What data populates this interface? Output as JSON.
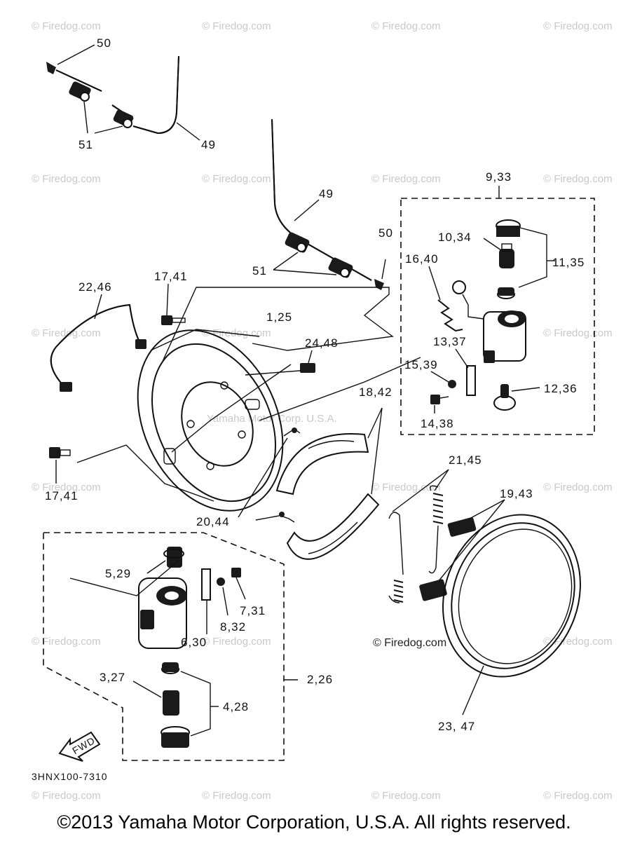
{
  "parts": {
    "p50_top": "50",
    "p51_top": "51",
    "p49_top": "49",
    "p49_mid": "49",
    "p50_mid": "50",
    "p51_mid": "51",
    "p9_33": "9,33",
    "p10_34": "10,34",
    "p11_35": "11,35",
    "p16_40": "16,40",
    "p13_37": "13,37",
    "p15_39": "15,39",
    "p12_36": "12,36",
    "p14_38": "14,38",
    "p17_41_top": "17,41",
    "p22_46": "22,46",
    "p1_25": "1,25",
    "p24_48": "24,48",
    "p18_42": "18,42",
    "p17_41_bot": "17,41",
    "p21_45": "21,45",
    "p19_43": "19,43",
    "p20_44": "20,44",
    "p5_29": "5,29",
    "p7_31": "7,31",
    "p8_32": "8,32",
    "p6_30": "6,30",
    "p2_26": "2,26",
    "p3_27": "3,27",
    "p4_28": "4,28",
    "p23_47": "23, 47"
  },
  "watermark": "© Firedog.com",
  "watermark_center": "© Firedog.com",
  "watermark_yamaha": "Yamaha Motor Corp. U.S.A.",
  "fwd_label": "FWD",
  "diagram_code": "3HNX100-7310",
  "copyright": "©2013 Yamaha Motor Corporation, U.S.A. All rights reserved."
}
